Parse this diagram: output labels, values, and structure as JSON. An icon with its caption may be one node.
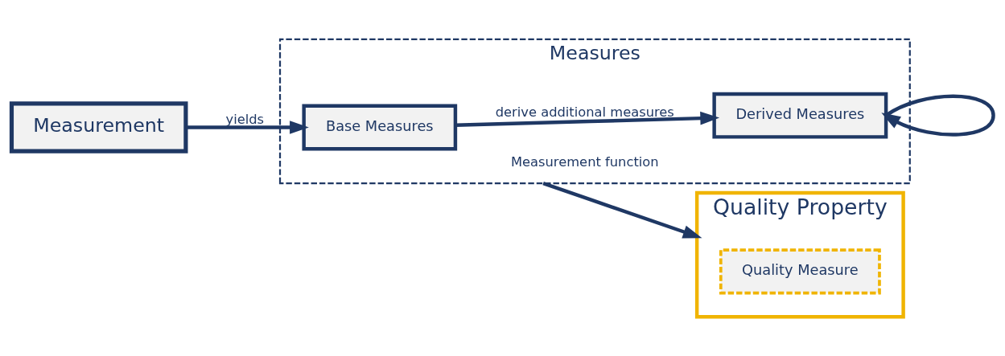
{
  "diagram": {
    "nodes": [
      {
        "text": [
          "Measurement"
        ]
      },
      {
        "text": [
          "Measures"
        ]
      },
      {
        "text": [
          "Base Measures"
        ],
        "in": 1
      },
      {
        "text": [
          "Derived Measures"
        ],
        "in": 1
      },
      {
        "text": [
          "Quality Property"
        ]
      },
      {
        "text": [
          "Quality Measure"
        ],
        "in": 4
      }
    ],
    "edges": [
      {
        "from": 0,
        "to": 2,
        "arrow": "to",
        "label": "yields"
      },
      {
        "from": 2,
        "to": 3,
        "arrow": "to",
        "label": "derive additional measures"
      },
      {
        "from": 3,
        "to": 3,
        "arrow": "to"
      },
      {
        "from": 1,
        "to": 4,
        "arrow": "to",
        "label": "Measurement function"
      }
    ]
  }
}
